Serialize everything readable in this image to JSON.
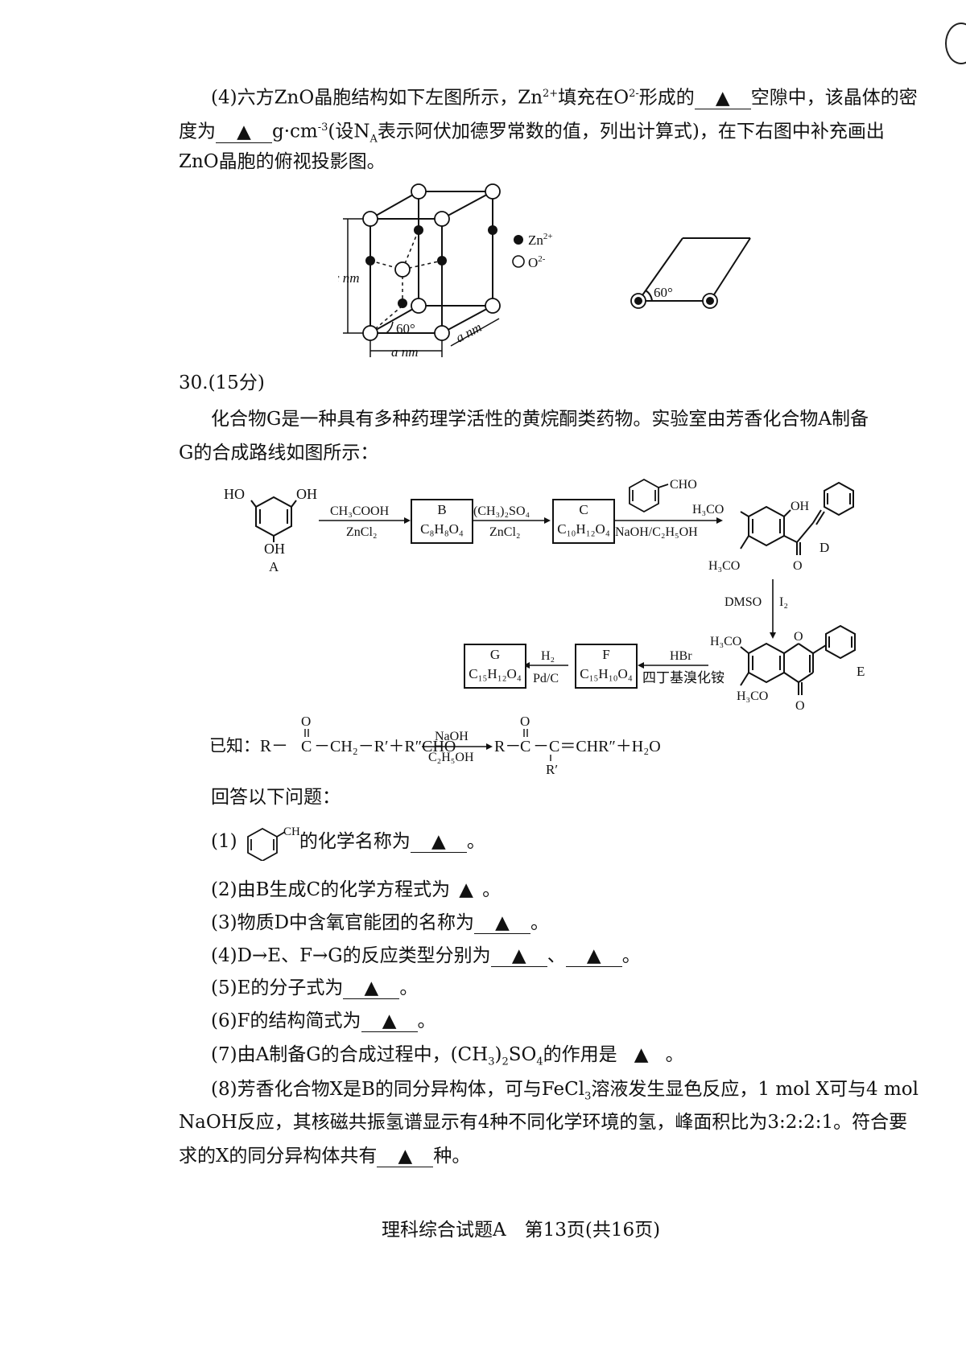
{
  "triangle": "▲",
  "part4": {
    "line1_a": "(4)六方ZnO晶胞结构如下左图所示，Zn",
    "line1_sup1": "2+",
    "line1_b": "填充在O",
    "line1_sup2": "2-",
    "line1_c": "形成的",
    "line1_d": "空隙中，该晶体的密",
    "line2_a": "度为",
    "line2_b": "g·cm",
    "line2_sup": "-3",
    "line2_c": "(设N",
    "line2_sub": "A",
    "line2_d": "表示阿伏加德罗常数的值，列出计算式)，在下右图中补充画出",
    "line3": "ZnO晶胞的俯视投影图。"
  },
  "cell_figure": {
    "legend_zn": "Zn",
    "legend_zn_sup": "2+",
    "legend_o": "O",
    "legend_o_sup": "2-",
    "c_label": "c nm",
    "a_label": "a nm",
    "a_label2": "a nm",
    "angle": "60°",
    "proj_angle": "60°"
  },
  "q30": {
    "heading": "30.(15分)",
    "intro1": "化合物G是一种具有多种药理学活性的黄烷酮类药物。实验室由芳香化合物A制备",
    "intro2": "G的合成路线如图所示："
  },
  "scheme": {
    "A_label": "A",
    "A_ho": "HO",
    "A_oh1": "OH",
    "A_oh2": "OH",
    "step1_top": "CH₃COOH",
    "step1_bot": "ZnCl₂",
    "B_name": "B",
    "B_formula": "C₈H₈O₄",
    "step2_top": "(CH₃)₂SO₄",
    "step2_bot": "ZnCl₂",
    "C_name": "C",
    "C_formula": "C₁₀H₁₂O₄",
    "step3_top": "CHO",
    "step3_bot": "NaOH/C₂H₅OH",
    "D_label": "D",
    "D_h3co1": "H₃CO",
    "D_h3co2": "H₃CO",
    "D_oh": "OH",
    "D_o": "O",
    "step4_left": "DMSO",
    "step4_right": "I₂",
    "E_label": "E",
    "E_h3co1": "H₃CO",
    "E_h3co2": "H₃CO",
    "E_o1": "O",
    "E_o2": "O",
    "step5_top": "HBr",
    "step5_bot": "四丁基溴化铵",
    "F_name": "F",
    "F_formula": "C₁₅H₁₀O₄",
    "step6_top": "H₂",
    "step6_bot": "Pd/C",
    "G_name": "G",
    "G_formula": "C₁₅H₁₂O₄"
  },
  "known": {
    "prefix": "已知：R－",
    "c1": "C",
    "o1": "O",
    "mid": "－CH₂－R′＋R″CHO",
    "arrow_top": "NaOH",
    "arrow_bot": "C₂H₅OH",
    "rhs1": "R－",
    "c2": "C",
    "o2": "O",
    "rhs2": "－C＝CHR″＋H₂O",
    "r_prime": "R′",
    "c3": "C"
  },
  "questions": {
    "answer_intro": "回答以下问题：",
    "q1_a": "(1)",
    "q1_cho": "CHO",
    "q1_b": "的化学名称为",
    "q1_end": "。",
    "q2": "(2)由B生成C的化学方程式为",
    "q2_end": "。",
    "q3": "(3)物质D中含氧官能团的名称为",
    "q3_end": "。",
    "q4": "(4)D→E、F→G的反应类型分别为",
    "q4_sep": "、",
    "q4_end": "。",
    "q5": "(5)E的分子式为",
    "q5_end": "。",
    "q6": "(6)F的结构简式为",
    "q6_end": "。",
    "q7_a": "(7)由A制备G的合成过程中，(CH",
    "q7_sub1": "3",
    "q7_b": ")",
    "q7_sub2": "2",
    "q7_c": "SO",
    "q7_sub3": "4",
    "q7_d": "的作用是",
    "q7_end": "。",
    "q8_line1_a": "(8)芳香化合物X是B的同分异构体，可与FeCl",
    "q8_line1_sub": "3",
    "q8_line1_b": "溶液发生显色反应，1 mol X可与4 mol",
    "q8_line2": "NaOH反应，其核磁共振氢谱显示有4种不同化学环境的氢，峰面积比为3:2:2:1。符合要",
    "q8_line3_a": "求的X的同分异构体共有",
    "q8_line3_b": "种。"
  },
  "footer": "理科综合试题A　第13页(共16页)"
}
